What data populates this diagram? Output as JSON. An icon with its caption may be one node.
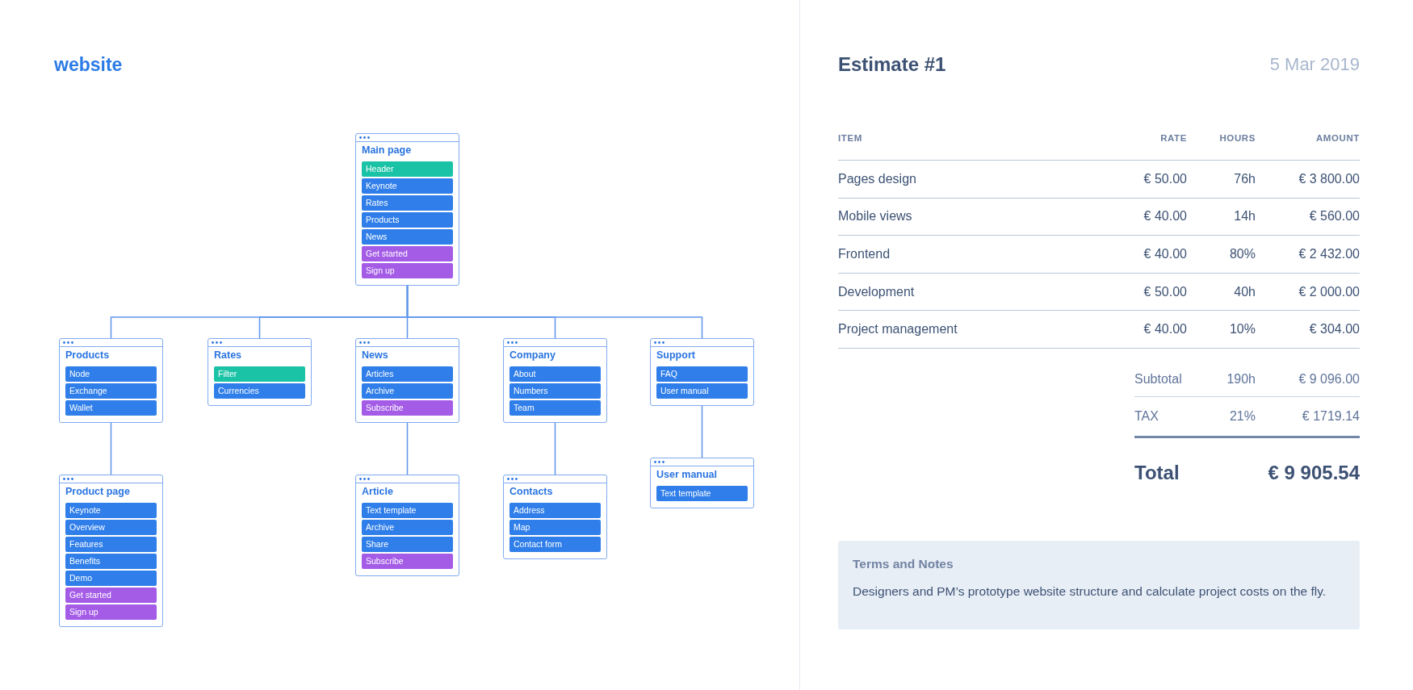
{
  "diagram": {
    "title": "website",
    "nodes": [
      {
        "text": [
          "Main page"
        ]
      },
      {
        "text": [
          "Header"
        ],
        "in": 0
      },
      {
        "text": [
          "Keynote"
        ],
        "in": 0
      },
      {
        "text": [
          "Rates"
        ],
        "in": 0
      },
      {
        "text": [
          "Products"
        ],
        "in": 0
      },
      {
        "text": [
          "News"
        ],
        "in": 0
      },
      {
        "text": [
          "Get started"
        ],
        "in": 0
      },
      {
        "text": [
          "Sign up"
        ],
        "in": 0
      },
      {
        "text": [
          "Products"
        ]
      },
      {
        "text": [
          "Node"
        ],
        "in": 8
      },
      {
        "text": [
          "Exchange"
        ],
        "in": 8
      },
      {
        "text": [
          "Wallet"
        ],
        "in": 8
      },
      {
        "text": [
          "Rates"
        ]
      },
      {
        "text": [
          "Filter"
        ],
        "in": 12
      },
      {
        "text": [
          "Currencies"
        ],
        "in": 12
      },
      {
        "text": [
          "News"
        ]
      },
      {
        "text": [
          "Articles"
        ],
        "in": 15
      },
      {
        "text": [
          "Archive"
        ],
        "in": 15
      },
      {
        "text": [
          "Subscribe"
        ],
        "in": 15
      },
      {
        "text": [
          "Company"
        ]
      },
      {
        "text": [
          "About"
        ],
        "in": 19
      },
      {
        "text": [
          "Numbers"
        ],
        "in": 19
      },
      {
        "text": [
          "Team"
        ],
        "in": 19
      },
      {
        "text": [
          "Support"
        ]
      },
      {
        "text": [
          "FAQ"
        ],
        "in": 23
      },
      {
        "text": [
          "User manual"
        ],
        "in": 23
      },
      {
        "text": [
          "Product page"
        ]
      },
      {
        "text": [
          "Keynote"
        ],
        "in": 26
      },
      {
        "text": [
          "Overview"
        ],
        "in": 26
      },
      {
        "text": [
          "Features"
        ],
        "in": 26
      },
      {
        "text": [
          "Benefits"
        ],
        "in": 26
      },
      {
        "text": [
          "Demo"
        ],
        "in": 26
      },
      {
        "text": [
          "Get started"
        ],
        "in": 26
      },
      {
        "text": [
          "Sign up"
        ],
        "in": 26
      },
      {
        "text": [
          "Article"
        ]
      },
      {
        "text": [
          "Text template"
        ],
        "in": 34
      },
      {
        "text": [
          "Archive"
        ],
        "in": 34
      },
      {
        "text": [
          "Share"
        ],
        "in": 34
      },
      {
        "text": [
          "Subscribe"
        ],
        "in": 34
      },
      {
        "text": [
          "Contacts"
        ]
      },
      {
        "text": [
          "Address"
        ],
        "in": 39
      },
      {
        "text": [
          "Map"
        ],
        "in": 39
      },
      {
        "text": [
          "Contact form"
        ],
        "in": 39
      },
      {
        "text": [
          "User manual"
        ]
      },
      {
        "text": [
          "Text template"
        ],
        "in": 43
      },
      {
        "text": [
          "Terms and Notes",
          "Designers and PM’s prototype website structure and calculate project costs on the fly."
        ]
      }
    ],
    "edges": [
      {
        "from": 0,
        "to": 8,
        "arrow": "none"
      },
      {
        "from": 0,
        "to": 12,
        "arrow": "none"
      },
      {
        "from": 0,
        "to": 15,
        "arrow": "none"
      },
      {
        "from": 0,
        "to": 19,
        "arrow": "none"
      },
      {
        "from": 0,
        "to": 23,
        "arrow": "none"
      },
      {
        "from": 8,
        "to": 26,
        "arrow": "none"
      },
      {
        "from": 15,
        "to": 34,
        "arrow": "none"
      },
      {
        "from": 19,
        "to": 39,
        "arrow": "none"
      },
      {
        "from": 23,
        "to": 43,
        "arrow": "none"
      }
    ],
    "labels": [
      "Estimate #1",
      "5 Mar 2019",
      "ITEM",
      "RATE",
      "HOURS",
      "AMOUNT",
      "Pages design",
      "€ 50.00",
      "76h",
      "€ 3 800.00",
      "Mobile views",
      "€ 40.00",
      "14h",
      "€ 560.00",
      "Frontend",
      "€ 40.00",
      "80%",
      "€ 2 432.00",
      "Development",
      "€ 50.00",
      "40h",
      "€ 2 000.00",
      "Project management",
      "€ 40.00",
      "10%",
      "€ 304.00",
      "Subtotal",
      "190h",
      "€ 9 096.00",
      "TAX",
      "21%",
      "€ 1719.14",
      "Total",
      "€ 9 905.54"
    ]
  }
}
